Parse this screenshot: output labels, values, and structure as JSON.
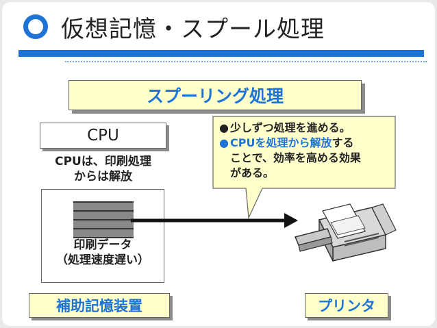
{
  "slide": {
    "title": "仮想記憶・スプール処理",
    "heading": "スプーリング処理"
  },
  "cpu": {
    "label": "CPU",
    "note_line1": "CPUは、印刷処理",
    "note_line2": "からは解放"
  },
  "storage": {
    "note_line1": "印刷データ",
    "note_line2": "（処理速度遅い）",
    "label": "補助記憶装置"
  },
  "printer": {
    "label": "プリンタ"
  },
  "callout": {
    "bullet": "●",
    "item1": "少しずつ処理を進める。",
    "item2_part1": "CPUを処理から解放",
    "item2_part2": "する",
    "item2_line2": "ことで、効率を高める効果",
    "item2_line3": "がある。"
  },
  "colors": {
    "accent": "#1e74d6",
    "highlight_bg": "#ffffcc"
  }
}
